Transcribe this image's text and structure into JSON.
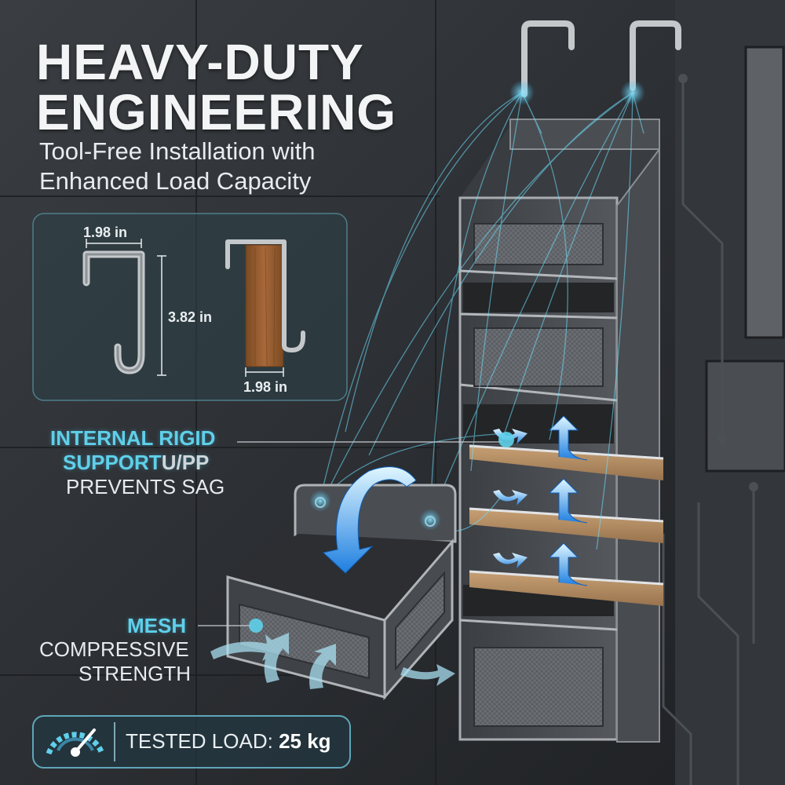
{
  "headline": {
    "line1": "HEAVY-DUTY",
    "line2": "ENGINEERING"
  },
  "subheadline": {
    "line1": "Tool-Free Installation with",
    "line2": "Enhanced Load Capacity"
  },
  "hook_dimensions": {
    "hook_width": "1.98 in",
    "hook_height": "3.82 in",
    "door_thickness": "1.98 in"
  },
  "callouts": {
    "support": {
      "accent_line1": "INTERNAL RIGID",
      "accent_line2": "SUPPORT",
      "accent_line2_suffix": "U/PP",
      "body": "PREVENTS SAG"
    },
    "mesh": {
      "accent": "MESH",
      "body_line1": "COMPRESSIVE",
      "body_line2": "STRENGTH"
    }
  },
  "badge": {
    "label": "TESTED LOAD:",
    "value": "25 kg",
    "icon": "speedometer-gauge-icon"
  },
  "colors": {
    "accent": "#5fd0ea",
    "background": "#2a2d30",
    "organizer": "#4a4d52",
    "shelf_wood": "#b08a62",
    "door_wood": "#9a5e2e"
  }
}
